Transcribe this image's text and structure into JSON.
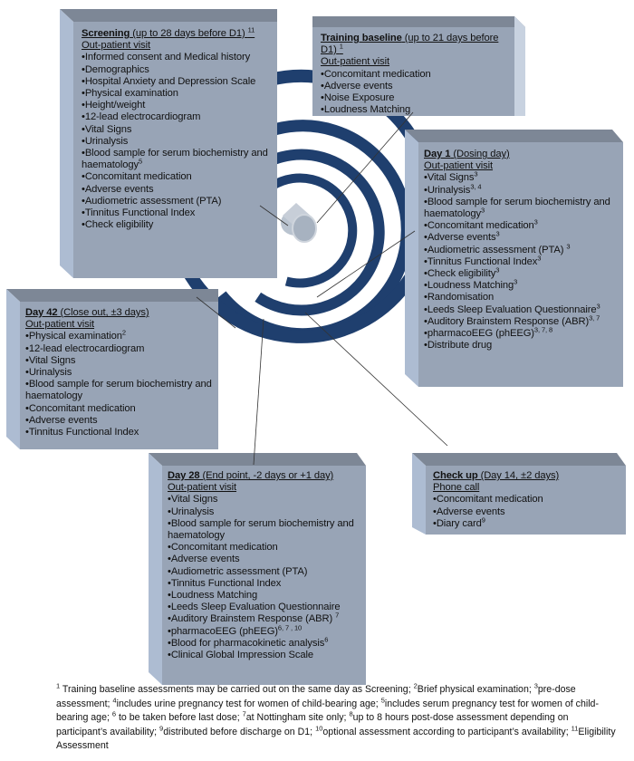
{
  "colors": {
    "box_face": "#98a4b6",
    "box_top": "#7d8796",
    "box_side": "#adbcd2",
    "spiral": "#1f3f6e",
    "connector": "#333333"
  },
  "boxes": {
    "screening": {
      "title": "Screening",
      "title_rest": " (up to 28 days before D1)",
      "title_sup": "11",
      "visit": "Out-patient visit",
      "items": [
        {
          "text": "•Informed  consent and Medical history",
          "sup": ""
        },
        {
          "text": "•Demographics",
          "sup": ""
        },
        {
          "text": "•Hospital Anxiety and Depression Scale",
          "sup": ""
        },
        {
          "text": "•Physical examination",
          "sup": ""
        },
        {
          "text": "•Height/weight",
          "sup": ""
        },
        {
          "text": "•12-lead electrocardiogram",
          "sup": ""
        },
        {
          "text": "•Vital Signs",
          "sup": ""
        },
        {
          "text": "•Urinalysis",
          "sup": ""
        },
        {
          "text": "•Blood sample for serum biochemistry and haematology",
          "sup": "5"
        },
        {
          "text": "•Concomitant medication",
          "sup": ""
        },
        {
          "text": "•Adverse events",
          "sup": ""
        },
        {
          "text": "•Audiometric assessment (PTA)",
          "sup": ""
        },
        {
          "text": "•Tinnitus Functional Index",
          "sup": ""
        },
        {
          "text": "•Check eligibility",
          "sup": ""
        }
      ]
    },
    "training": {
      "title": "Training baseline",
      "title_rest": " (up to 21 days before D1)",
      "title_sup": "1",
      "visit": "Out-patient visit",
      "items": [
        {
          "text": "•Concomitant medication",
          "sup": ""
        },
        {
          "text": "•Adverse events",
          "sup": ""
        },
        {
          "text": "•Noise Exposure",
          "sup": ""
        },
        {
          "text": "•Loudness Matching",
          "sup": ""
        }
      ]
    },
    "day1": {
      "title": "Day 1",
      "title_rest": " (Dosing day)",
      "title_sup": "",
      "visit": "Out-patient visit",
      "items": [
        {
          "text": "•Vital Signs",
          "sup": "3"
        },
        {
          "text": "•Urinalysis",
          "sup": "3, 4"
        },
        {
          "text": "•Blood sample for serum biochemistry and haematology",
          "sup": "3"
        },
        {
          "text": "•Concomitant medication",
          "sup": "3"
        },
        {
          "text": "•Adverse events",
          "sup": "3"
        },
        {
          "text": "•Audiometric assessment (PTA) ",
          "sup": "3"
        },
        {
          "text": "•Tinnitus Functional Index",
          "sup": "3"
        },
        {
          "text": "•Check eligibility",
          "sup": "3"
        },
        {
          "text": "•Loudness Matching",
          "sup": "3"
        },
        {
          "text": "•Randomisation",
          "sup": ""
        },
        {
          "text": "•Leeds Sleep Evaluation  Questionnaire",
          "sup": "3"
        },
        {
          "text": "•Auditory Brainstem Response (ABR)",
          "sup": "3,  7"
        },
        {
          "text": "•pharmacoEEG (phEEG)",
          "sup": "3, 7, 8"
        },
        {
          "text": "•Distribute drug",
          "sup": ""
        }
      ]
    },
    "day42": {
      "title": "Day 42",
      "title_rest": " (Close out, ±3 days)",
      "title_sup": "",
      "visit": "Out-patient visit",
      "items": [
        {
          "text": "•Physical examination",
          "sup": "2"
        },
        {
          "text": "•12-lead electrocardiogram",
          "sup": ""
        },
        {
          "text": "•Vital Signs",
          "sup": ""
        },
        {
          "text": "•Urinalysis",
          "sup": ""
        },
        {
          "text": "•Blood sample for serum biochemistry and haematology",
          "sup": ""
        },
        {
          "text": "•Concomitant medication",
          "sup": ""
        },
        {
          "text": "•Adverse events",
          "sup": ""
        },
        {
          "text": "•Tinnitus Functional Index",
          "sup": ""
        }
      ]
    },
    "day28": {
      "title": "Day 28",
      "title_rest": " (End point, -2 days or +1 day)",
      "title_sup": "",
      "visit": "Out-patient visit",
      "items": [
        {
          "text": "•Vital Signs",
          "sup": ""
        },
        {
          "text": "•Urinalysis",
          "sup": ""
        },
        {
          "text": "•Blood sample for serum biochemistry and haematology",
          "sup": ""
        },
        {
          "text": "•Concomitant medication",
          "sup": ""
        },
        {
          "text": "•Adverse events",
          "sup": ""
        },
        {
          "text": "•Audiometric assessment (PTA)",
          "sup": ""
        },
        {
          "text": "•Tinnitus Functional Index",
          "sup": ""
        },
        {
          "text": "•Loudness Matching",
          "sup": ""
        },
        {
          "text": "•Leeds Sleep Evaluation  Questionnaire",
          "sup": ""
        },
        {
          "text": "•Auditory Brainstem Response (ABR) ",
          "sup": "7"
        },
        {
          "text": "•pharmacoEEG (phEEG)",
          "sup": "6, 7 , 10"
        },
        {
          "text": "•Blood for pharmacokinetic analysis",
          "sup": "6"
        },
        {
          "text": "•Clinical Global Impression Scale",
          "sup": ""
        }
      ]
    },
    "checkup": {
      "title": "Check up",
      "title_rest": " (Day 14, ±2 days)",
      "title_sup": "",
      "visit": "Phone call",
      "items": [
        {
          "text": "•Concomitant medication",
          "sup": ""
        },
        {
          "text": "•Adverse events",
          "sup": ""
        },
        {
          "text": "•Diary card",
          "sup": "9"
        }
      ]
    }
  },
  "footnotes": [
    {
      "sup": "1",
      "text": " Training baseline assessments may be carried out on the same day as Screening; "
    },
    {
      "sup": "2",
      "text": "Brief physical examination; "
    },
    {
      "sup": "3",
      "text": "pre-dose assessment; "
    },
    {
      "sup": "4",
      "text": "includes urine pregnancy test for women of child-bearing age; "
    },
    {
      "sup": "5",
      "text": "includes serum pregnancy test for women of child-bearing age; "
    },
    {
      "sup": "6",
      "text": " to be taken before last dose; "
    },
    {
      "sup": "7",
      "text": "at Nottingham site only; "
    },
    {
      "sup": "8",
      "text": "up to 8 hours post-dose assessment depending on participant’s availability;  "
    },
    {
      "sup": "9",
      "text": "distributed before discharge on D1; "
    },
    {
      "sup": "10",
      "text": "optional assessment according to participant’s availability; "
    },
    {
      "sup": "11",
      "text": "Eligibility Assessment"
    }
  ]
}
